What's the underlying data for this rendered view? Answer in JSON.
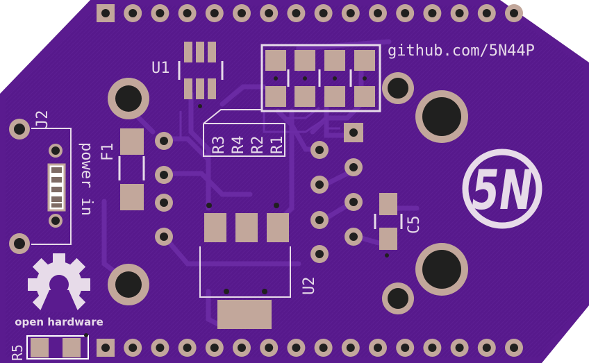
{
  "board": {
    "board_color": "#5a1b8f",
    "pour_color": "#4a137a",
    "trace_color": "#6a2aa3",
    "pad_color": "#c2a79b",
    "drill_color": "#20201f",
    "silk_color": "#e7dbe9"
  },
  "labels": {
    "url": "github.com/5N44P",
    "u1": "U1",
    "u2": "U2",
    "j2": "J2",
    "f1": "F1",
    "c5": "C5",
    "r5": "R5",
    "r1": "R1",
    "r2": "R2",
    "r3": "R3",
    "r4": "R4",
    "power_in": "power in",
    "logo_text": "5N",
    "oshw": "open hardware"
  },
  "header": {
    "top_pin_count": 16,
    "bottom_pin_count": 16
  }
}
